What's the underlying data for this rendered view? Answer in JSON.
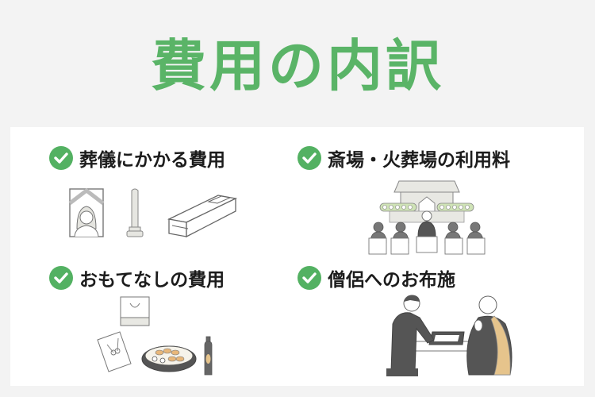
{
  "title": "費用の内訳",
  "colors": {
    "accent": "#5ab467",
    "check": "#53b162",
    "background": "#f3f3f3",
    "panel": "#ffffff",
    "text": "#1c1c1c"
  },
  "items": [
    {
      "label": "葬儀にかかる費用",
      "icon": "check-circle-icon",
      "illustration": "funeral-items-portrait-tablet-coffin"
    },
    {
      "label": "斎場・火葬場の利用料",
      "icon": "check-circle-icon",
      "illustration": "funeral-hall-ceremony"
    },
    {
      "label": "おもてなしの費用",
      "icon": "check-circle-icon",
      "illustration": "hospitality-gifts-sushi-sake"
    },
    {
      "label": "僧侶へのお布施",
      "icon": "check-circle-icon",
      "illustration": "offering-to-monk"
    }
  ]
}
